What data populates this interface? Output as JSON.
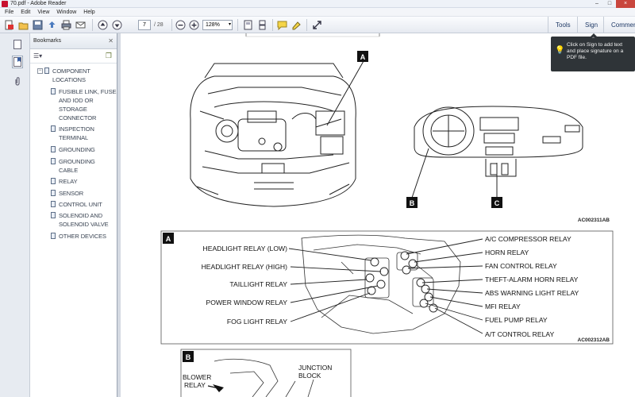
{
  "window": {
    "title": "70.pdf - Adobe Reader",
    "controls": [
      "–",
      "□",
      "×"
    ]
  },
  "menu": [
    "File",
    "Edit",
    "View",
    "Window",
    "Help"
  ],
  "toolbar": {
    "page_current": "7",
    "page_total": "/ 28",
    "zoom": "128%",
    "tools": "Tools",
    "sign": "Sign",
    "comment": "Comment"
  },
  "tooltip": {
    "text": "Click on Sign to add text and place signature on a PDF file."
  },
  "bookmarks": {
    "header": "Bookmarks",
    "items": [
      "COMPONENT LOCATIONS",
      "FUSIBLE LINK, FUSE AND IOD OR STORAGE CONNECTOR",
      "INSPECTION TERMINAL",
      "GROUNDING",
      "GROUNDING CABLE",
      "RELAY",
      "SENSOR",
      "CONTROL UNIT",
      "SOLENOID AND SOLENOID VALVE",
      "OTHER DEVICES"
    ]
  },
  "figure1": {
    "callout_a": "A",
    "callout_b": "B",
    "callout_c": "C",
    "code": "AC002311AB"
  },
  "figure2": {
    "tag": "A",
    "code": "AC002312AB",
    "left_labels": [
      "HEADLIGHT RELAY (LOW)",
      "HEADLIGHT RELAY (HIGH)",
      "TAILLIGHT RELAY",
      "POWER WINDOW RELAY",
      "FOG LIGHT RELAY"
    ],
    "right_labels": [
      "A/C COMPRESSOR RELAY",
      "HORN RELAY",
      "FAN CONTROL RELAY",
      "THEFT-ALARM HORN RELAY",
      "ABS WARNING LIGHT RELAY",
      "MFI RELAY",
      "FUEL PUMP RELAY",
      "A/T CONTROL RELAY"
    ]
  },
  "figure3": {
    "tag": "B",
    "label_blower_1": "BLOWER",
    "label_blower_2": "RELAY",
    "label_junction_1": "JUNCTION",
    "label_junction_2": "BLOCK"
  }
}
